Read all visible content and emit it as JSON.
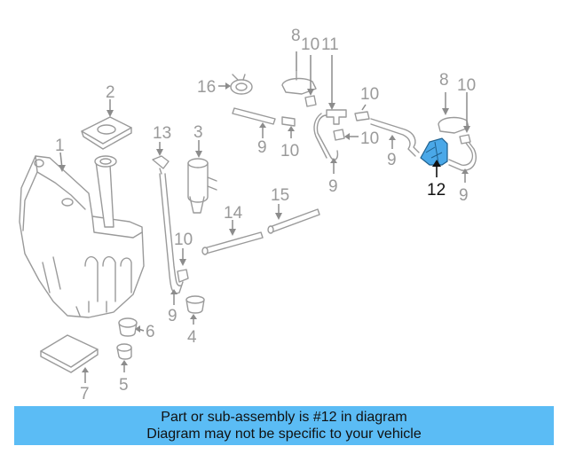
{
  "diagram": {
    "callouts": {
      "c1": "1",
      "c2": "2",
      "c3": "3",
      "c4": "4",
      "c5": "5",
      "c6": "6",
      "c7": "7",
      "c8a": "8",
      "c8b": "8",
      "c9a": "9",
      "c9b": "9",
      "c9c": "9",
      "c9d": "9",
      "c9e": "9",
      "c10a": "10",
      "c10b": "10",
      "c10c": "10",
      "c10d": "10",
      "c10e": "10",
      "c10f": "10",
      "c11": "11",
      "c12": "12",
      "c13": "13",
      "c14": "14",
      "c15": "15",
      "c16": "16"
    },
    "highlighted_part": "12",
    "highlight_color": "#4aa8e8"
  },
  "banner": {
    "line1": "Part or sub-assembly is #12 in diagram",
    "line2": "Diagram may not be specific to your vehicle",
    "background": "#5bbcf5"
  }
}
